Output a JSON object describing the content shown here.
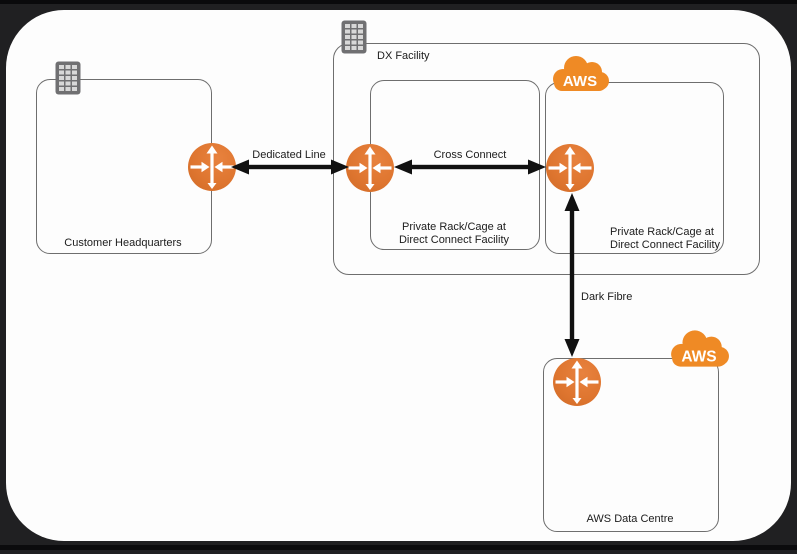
{
  "diagram": {
    "nodes": {
      "customer_hq": {
        "label": "Customer Headquarters"
      },
      "dx_facility": {
        "label": "DX Facility"
      },
      "rack_left": {
        "line1": "Private Rack/Cage at",
        "line2": "Direct Connect Facility"
      },
      "rack_right": {
        "line1": "Private Rack/Cage at",
        "line2": "Direct Connect Facility"
      },
      "aws_dc": {
        "label": "AWS Data Centre"
      }
    },
    "connections": {
      "dedicated_line": {
        "label": "Dedicated Line"
      },
      "cross_connect": {
        "label": "Cross Connect"
      },
      "dark_fibre": {
        "label": "Dark Fibre"
      }
    },
    "clouds": {
      "label": "AWS"
    },
    "colors": {
      "router_orange": "#DF7630",
      "cloud_orange": "#EF8A25",
      "building_gray": "#707072",
      "box_border": "#6E6E6E",
      "arrow_black": "#111111",
      "canvas_white": "#FDFDFD",
      "background_dark": "#202022"
    }
  }
}
